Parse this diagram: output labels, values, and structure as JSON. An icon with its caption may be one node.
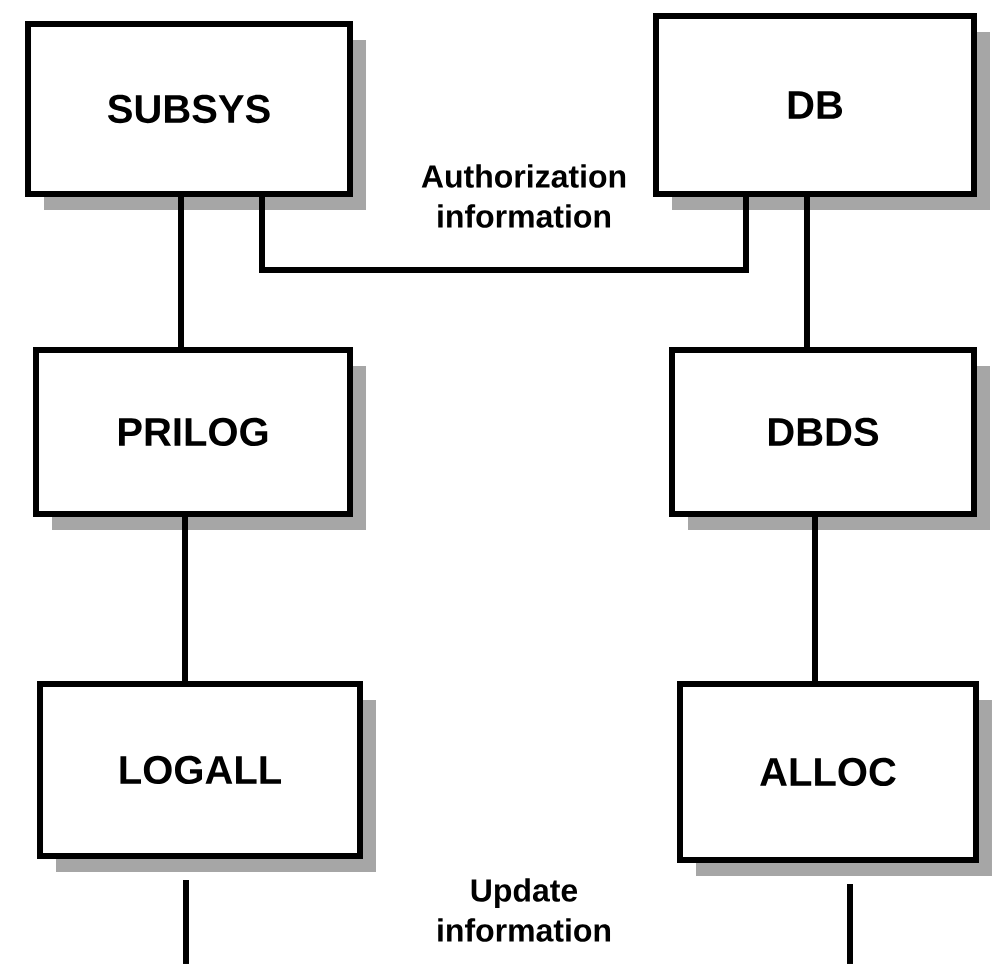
{
  "diagram": {
    "nodes": [
      {
        "text": [
          "SUBSYS"
        ]
      },
      {
        "text": [
          "DB"
        ]
      },
      {
        "text": [
          "PRILOG"
        ]
      },
      {
        "text": [
          "DBDS"
        ]
      },
      {
        "text": [
          "LOGALL"
        ]
      },
      {
        "text": [
          "ALLOC"
        ]
      }
    ],
    "edges": [
      {
        "from": 0,
        "to": 1,
        "arrow": "none",
        "label": "Authorization information"
      },
      {
        "from": 0,
        "to": 2,
        "arrow": "none"
      },
      {
        "from": 2,
        "to": 4,
        "arrow": "none"
      },
      {
        "from": 1,
        "to": 3,
        "arrow": "none"
      },
      {
        "from": 3,
        "to": 5,
        "arrow": "none"
      },
      {
        "from": 4,
        "to": null,
        "arrow": "none"
      },
      {
        "from": 5,
        "to": null,
        "arrow": "none"
      }
    ],
    "labels": [
      "Update information"
    ]
  }
}
